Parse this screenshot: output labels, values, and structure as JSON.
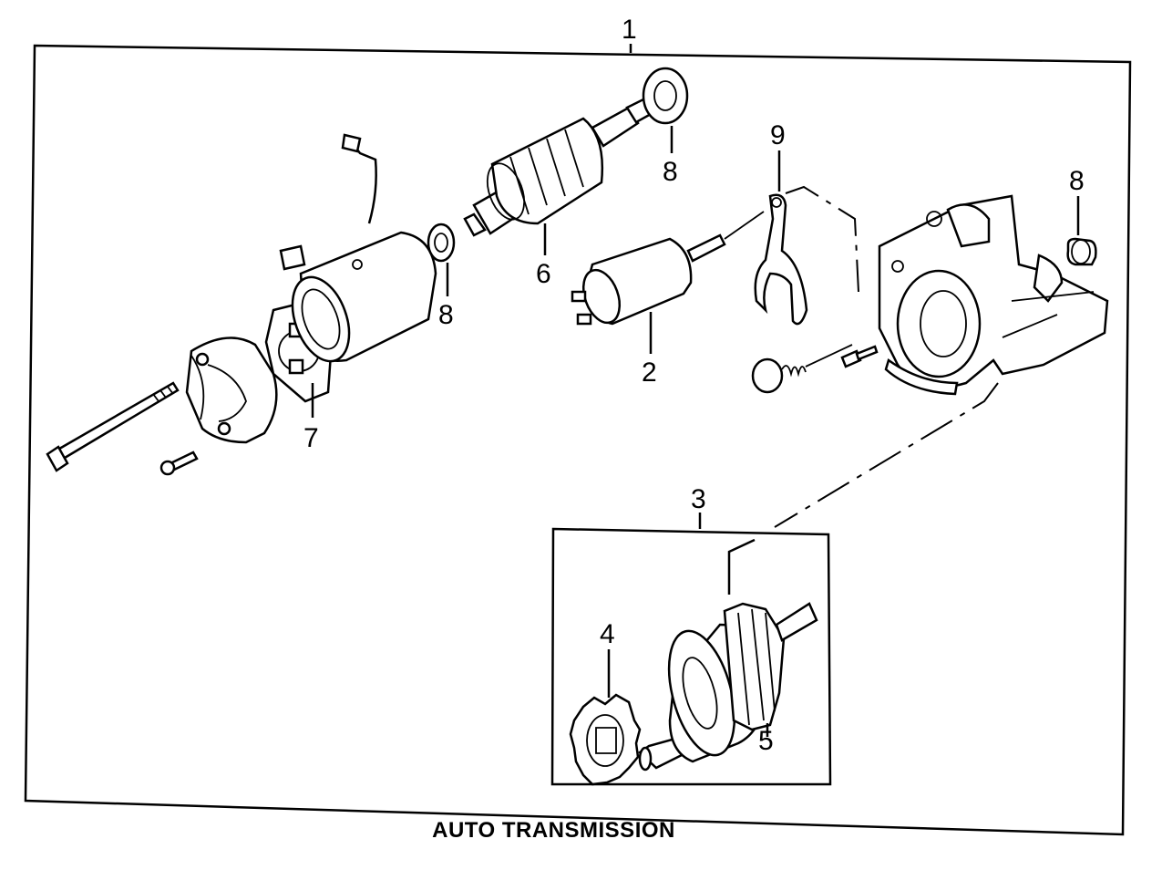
{
  "caption": "AUTO TRANSMISSION",
  "callouts": {
    "c1": "1",
    "c2": "2",
    "c3": "3",
    "c4": "4",
    "c5": "5",
    "c6": "6",
    "c7": "7",
    "c8a": "8",
    "c8b": "8",
    "c8c": "8",
    "c9": "9"
  }
}
